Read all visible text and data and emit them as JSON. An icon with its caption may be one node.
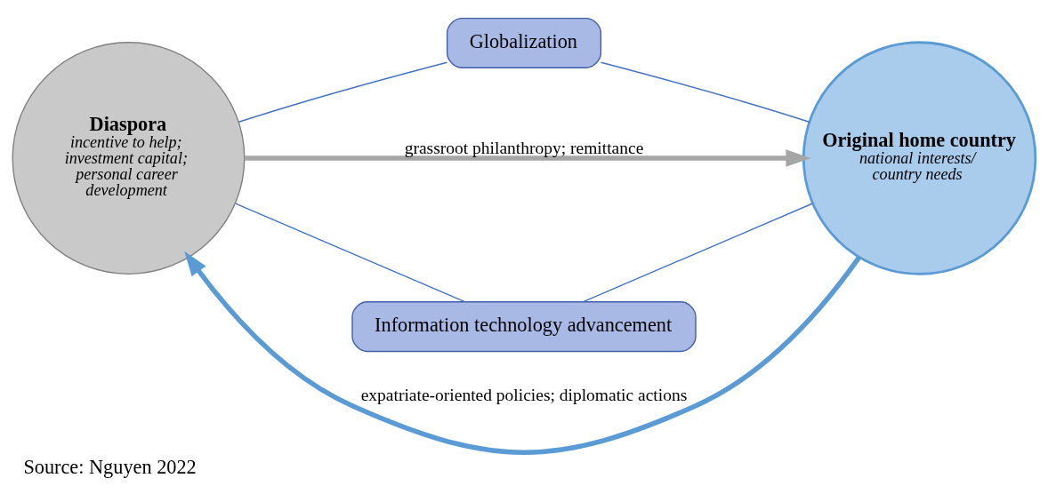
{
  "diagram": {
    "caption": "Source: Nguyen 2022",
    "nodes": [
      {
        "text": [
          "Globalization"
        ]
      },
      {
        "text": [
          "Diaspora",
          "incentive to help; investment capital; personal career development"
        ]
      },
      {
        "text": [
          "Original home country",
          "national interests/ country needs"
        ]
      },
      {
        "text": [
          "Information technology advancement"
        ]
      }
    ],
    "edges": [
      {
        "from": 1,
        "to": 0,
        "arrow": "none",
        "color": "#4472c4"
      },
      {
        "from": 0,
        "to": 2,
        "arrow": "none",
        "color": "#4472c4"
      },
      {
        "from": 1,
        "to": 3,
        "arrow": "none",
        "color": "#4472c4"
      },
      {
        "from": 3,
        "to": 2,
        "arrow": "none",
        "color": "#4472c4"
      },
      {
        "from": 1,
        "to": 2,
        "arrow": "to",
        "label": "grassroot philanthropy; remittance",
        "style": "thick",
        "color": "#a6a6a6"
      },
      {
        "from": 2,
        "to": 1,
        "arrow": "to",
        "label": "expatriate-oriented policies; diplomatic actions",
        "style": "thick",
        "color": "#5b9bd5"
      }
    ]
  }
}
